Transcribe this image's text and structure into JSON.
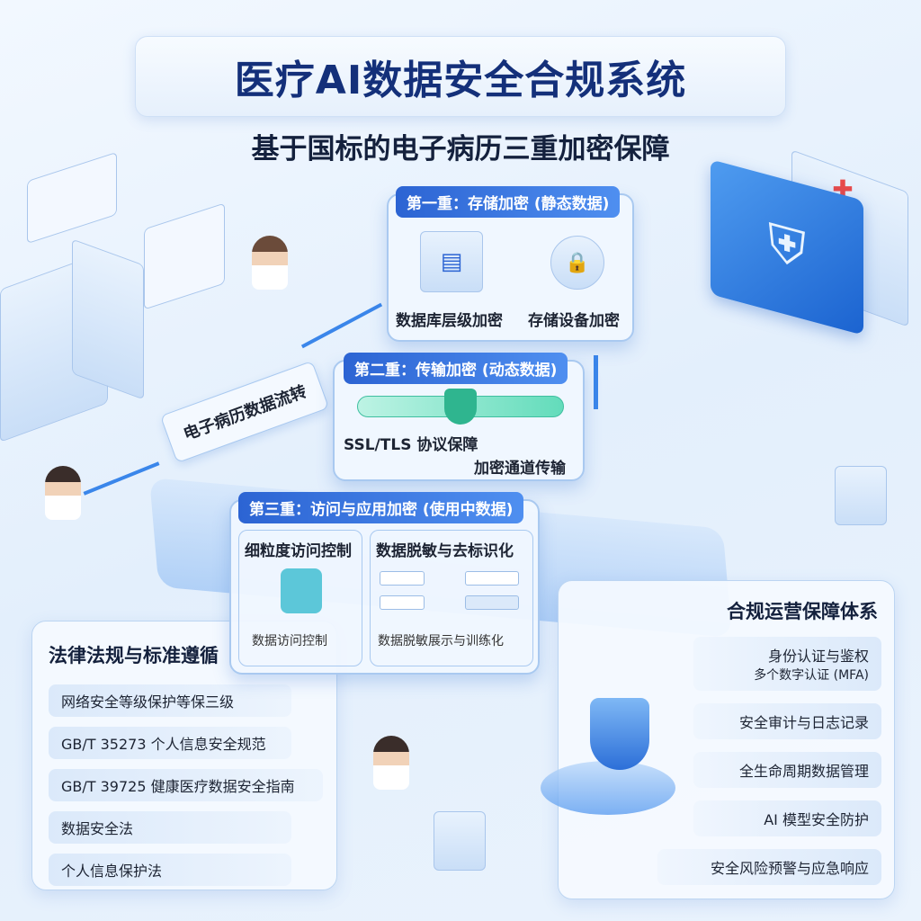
{
  "header": {
    "title": "医疗AI数据安全合规系统",
    "subtitle": "基于国标的电子病历三重加密保障"
  },
  "flow_banner": "电子病历数据流转",
  "layers": [
    {
      "heading": "第一重：存储加密 (静态数据)",
      "items": [
        "数据库层级加密",
        "存储设备加密"
      ]
    },
    {
      "heading": "第二重：传输加密 (动态数据)",
      "items": [
        "SSL/TLS 协议保障",
        "加密通道传输"
      ]
    },
    {
      "heading": "第三重：访问与应用加密 (使用中数据)",
      "items": [
        "细粒度访问控制",
        "数据访问控制",
        "数据脱敏与去标识化",
        "数据脱敏展示与训练化"
      ]
    }
  ],
  "legal_panel": {
    "title": "法律法规与标准遵循",
    "items": [
      "网络安全等级保护等保三级",
      "GB/T 35273 个人信息安全规范",
      "GB/T 39725 健康医疗数据安全指南",
      "数据安全法",
      "个人信息保护法"
    ]
  },
  "ops_panel": {
    "title": "合规运营保障体系",
    "items": [
      {
        "label": "身份认证与鉴权",
        "sub": "多个数字认证 (MFA)"
      },
      {
        "label": "安全审计与日志记录"
      },
      {
        "label": "全生命周期数据管理"
      },
      {
        "label": "AI 模型安全防护"
      },
      {
        "label": "安全风险预警与应急响应"
      }
    ]
  },
  "colors": {
    "title": "#14307a",
    "accent": "#2c64d3",
    "teal": "#3fd0b0",
    "background": "#eaf3fd"
  },
  "icons": [
    "doctor-icon",
    "hospital-icon",
    "server-icon",
    "database-lock-icon",
    "shield-lock-icon",
    "padlock-icon",
    "monitor-shield-icon"
  ]
}
